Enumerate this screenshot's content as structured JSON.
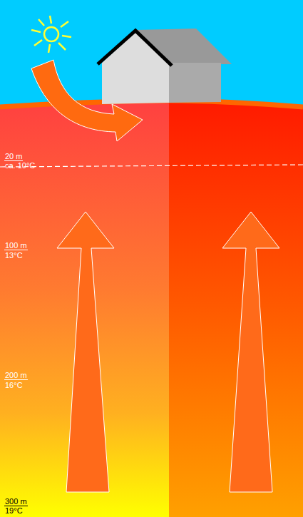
{
  "diagram": {
    "labels": [
      "20 m",
      "ca. 10°C",
      "100 m",
      "13°C",
      "200 m",
      "16°C",
      "300 m",
      "19°C"
    ]
  }
}
